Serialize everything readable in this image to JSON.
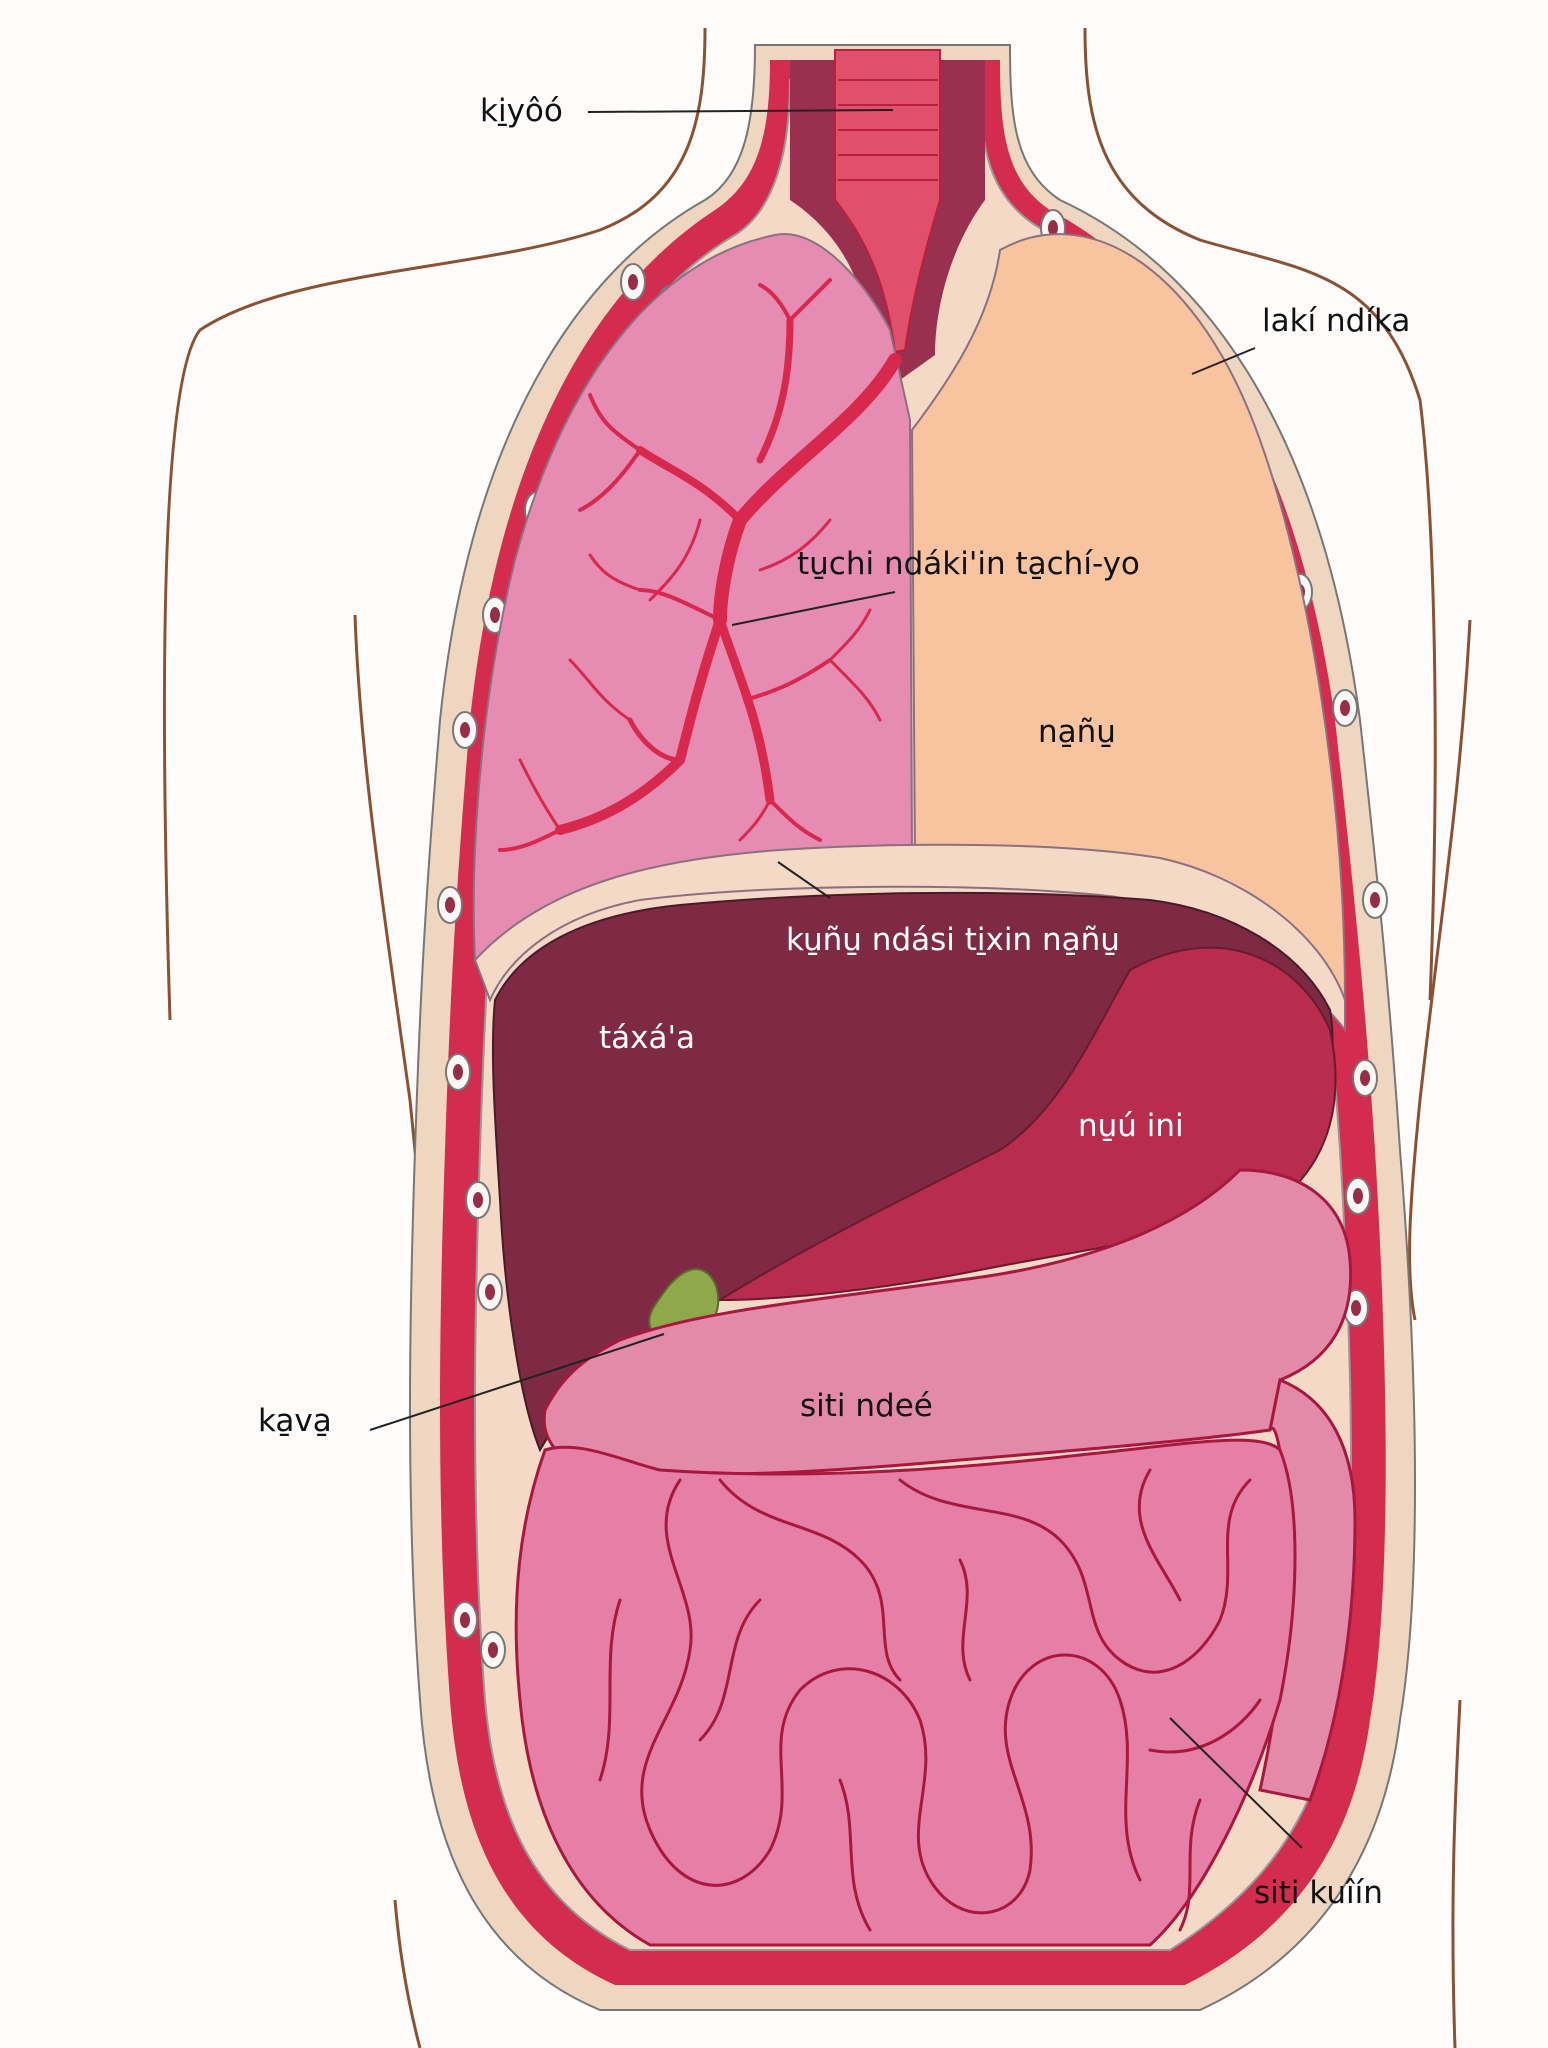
{
  "labels": {
    "trachea": "ki̱yôó",
    "rib": "lakí ndíka",
    "bronchi": "tu̱chi ndáki'in ta̱chí-yo",
    "lung": "na̱ñu̱",
    "diaphragm": "ku̱ñu̱ ndási ti̱xin na̱ñu̱",
    "liver": "táxá'a",
    "stomach": "nu̱ú ini",
    "gallbladder": "ka̱va̱",
    "large_intestine": "siti ndeé",
    "small_intestine": "siti kuîín"
  },
  "colors": {
    "background": "#fdfcfb",
    "outline": "#8a5233",
    "skin": "#efd6c0",
    "muscle": "#d42c4e",
    "rib_bone": "#fbf8f5",
    "rib_marrow": "#962e48",
    "trachea": "#e0506c",
    "bronchi": "#d8284e",
    "lung_left": "#e68bb1",
    "lung_right": "#f8c4a0",
    "liver": "#7e2a44",
    "stomach": "#b82c4e",
    "gallbladder": "#8ea84a",
    "intestine": "#e67fa6",
    "intestine_line": "#a8183e",
    "leader_line": "#222222"
  }
}
